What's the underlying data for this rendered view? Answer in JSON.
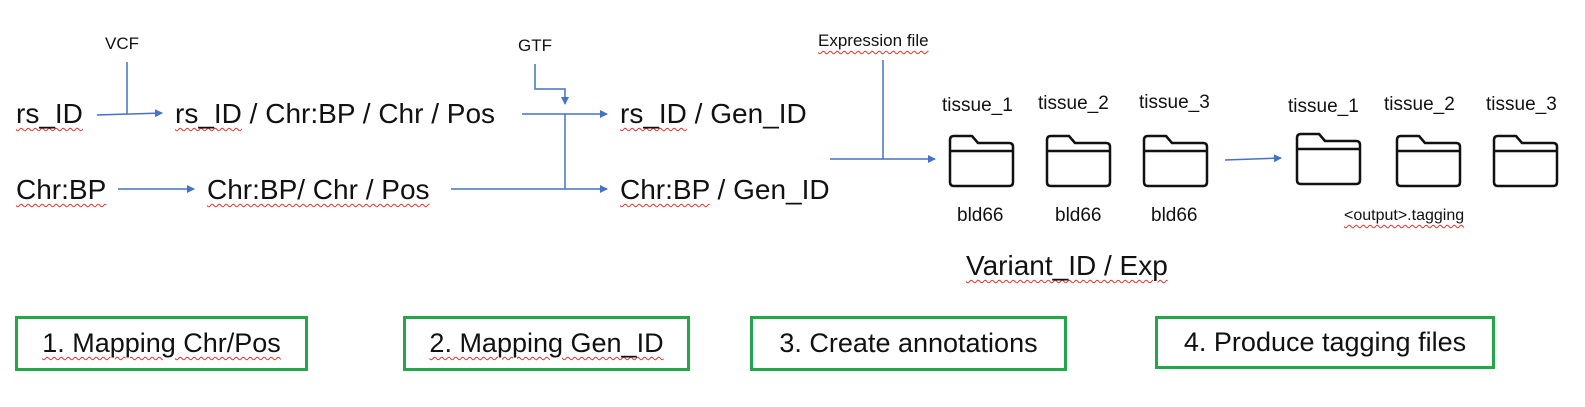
{
  "colors": {
    "arrow": "#4472c4",
    "step_border": "#22a84a",
    "spellcheck": "#e0302a",
    "folder_stroke": "#111111"
  },
  "inputs": {
    "vcf": "VCF",
    "gtf": "GTF",
    "expression": "Expression file"
  },
  "row1": {
    "source": "rs_ID",
    "mapped_prefix": "rs_ID",
    "mapped_rest": " / Chr:BP / Chr / Pos",
    "gene_prefix": "rs_ID",
    "gene_rest": " / Gen_ID"
  },
  "row2": {
    "source": "Chr:BP",
    "mapped": "Chr:BP/ Chr / Pos",
    "gene_prefix": "Chr:BP",
    "gene_rest": " / Gen_ID"
  },
  "annotation_folders": [
    {
      "label": "tissue_1",
      "caption": "bld66",
      "icon": "folder-icon"
    },
    {
      "label": "tissue_2",
      "caption": "bld66",
      "icon": "folder-icon"
    },
    {
      "label": "tissue_3",
      "caption": "bld66",
      "icon": "folder-icon"
    }
  ],
  "annotation_caption": "Variant_ID / Exp",
  "tagging_folders": [
    {
      "label": "tissue_1",
      "icon": "folder-icon"
    },
    {
      "label": "tissue_2",
      "icon": "folder-icon"
    },
    {
      "label": "tissue_3",
      "icon": "folder-icon"
    }
  ],
  "tagging_caption": "<output>.tagging",
  "steps": [
    "1. Mapping Chr/Pos",
    "2. Mapping Gen_ID",
    "3. Create annotations",
    "4. Produce tagging files"
  ]
}
